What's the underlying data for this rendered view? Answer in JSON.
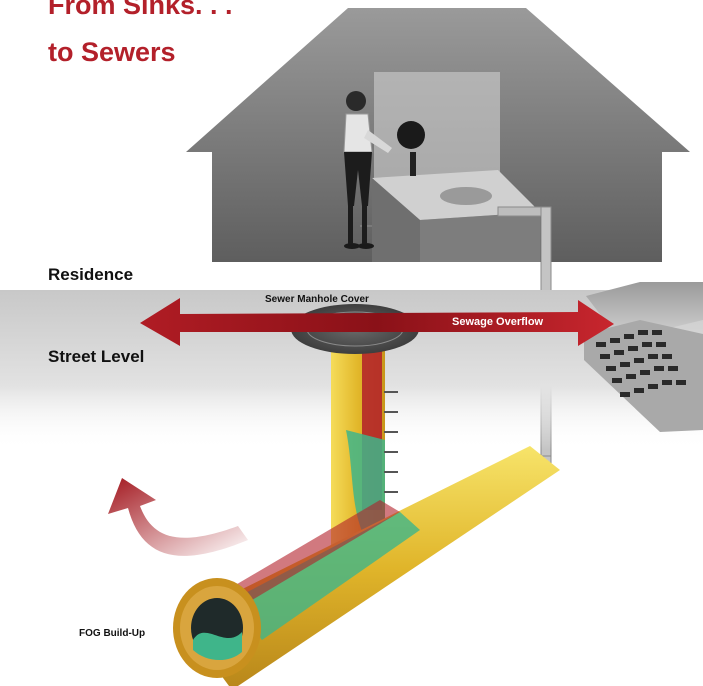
{
  "title": {
    "line1": "From Sinks. . .",
    "line2": "to Sewers"
  },
  "labels": {
    "residence": "Residence",
    "street_level": "Street Level",
    "manhole": "Sewer Manhole Cover",
    "overflow": "Sewage Overflow",
    "fog": "FOG Build-Up"
  },
  "colors": {
    "title": "#b3202a",
    "arrow_red": "#a3181f",
    "pipe_yellow": "#e8c43a",
    "fog_green": "#3fb58a",
    "house": "#8a8a8a",
    "ground": "#cfcfcf"
  }
}
